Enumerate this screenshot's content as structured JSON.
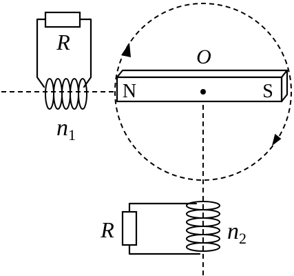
{
  "labels": {
    "resistor_top": "R",
    "resistor_bottom": "R",
    "center": "O",
    "pole_north": "N",
    "pole_south": "S",
    "coil_top_base": "n",
    "coil_top_sub": "1",
    "coil_bottom_base": "n",
    "coil_bottom_sub": "2"
  }
}
